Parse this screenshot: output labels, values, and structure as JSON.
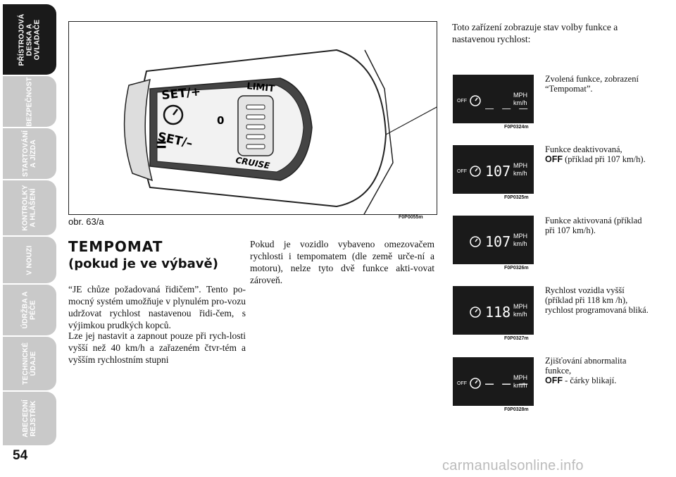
{
  "tabs": [
    {
      "label": "PŘÍSTROJOVÁ\nDESKA A\nOVLADAČE",
      "active": true
    },
    {
      "label": "BEZPEČNOST"
    },
    {
      "label": "STARTOVÁNÍ\nA JÍZDA"
    },
    {
      "label": "KONTROLKY\nA HLÁŠENÍ"
    },
    {
      "label": "V NOUZI"
    },
    {
      "label": "ÚDRŽBA A\nPÉČE"
    },
    {
      "label": "TECHNICKÉ\nÚDAJE"
    },
    {
      "label": "ABECEDNÍ\nREJSTŘÍK"
    }
  ],
  "page_number": "54",
  "figure": {
    "caption": "obr. 63/a",
    "code": "F0P0055m",
    "labels": {
      "set_plus": "SET/+",
      "set_minus": "SET/–",
      "limit": "LIMIT",
      "cruise": "CRUISE",
      "zero": "0",
      "pause": "II"
    }
  },
  "section": {
    "title": "TEMPOMAT",
    "subtitle": "(pokud je ve výbavě)",
    "para1": "“JE chůze požadovaná řidičem”. Tento po-mocný systém umožňuje v plynulém pro-vozu udržovat rychlost nastavenou řidi-čem, s výjimkou prudkých kopců.",
    "para2": "Lze jej nastavit a zapnout pouze při rych-losti vyšší než 40 km/h a zařazeném čtvr-tém a vyšším rychlostním stupni",
    "para3": "Pokud je vozidlo vybaveno omezovačem rychlosti i tempomatem (dle země urče-ní a motoru), nelze tyto dvě funkce akti-vovat zároveň."
  },
  "intro": "Toto zařízení zobrazuje stav volby funkce a nastavenou rychlost:",
  "displays": [
    {
      "code": "F0P0324m",
      "off": "OFF",
      "digits": "_ _ _",
      "mph": "MPH",
      "kmh": "km/h",
      "desc": "Zvolená funkce, zobrazení “Tempomat”."
    },
    {
      "code": "F0P0325m",
      "off": "OFF",
      "digits": "107",
      "mph": "MPH",
      "kmh": "km/h",
      "desc_bold": "OFF",
      "desc_pre": "Funkce deaktivovaná,",
      "desc_post": "(příklad při 107 km/h)."
    },
    {
      "code": "F0P0326m",
      "off": "",
      "digits": "107",
      "mph": "MPH",
      "kmh": "km/h",
      "desc": "Funkce aktivovaná (příklad při 107 km/h)."
    },
    {
      "code": "F0P0327m",
      "off": "",
      "digits": "118",
      "mph": "MPH",
      "kmh": "km/h",
      "desc": "Rychlost vozidla vyšší (příklad při 118 km /h), rychlost programovaná bliká."
    },
    {
      "code": "F0P0328m",
      "off": "OFF",
      "digits": "– – –",
      "mph": "MPH",
      "kmh": "km/h",
      "desc_pre": "Zjišťování abnormalita funkce,",
      "desc_bold": "OFF",
      "desc_post": "- čárky blikají."
    }
  ],
  "watermark": "carmanualsonline.info"
}
